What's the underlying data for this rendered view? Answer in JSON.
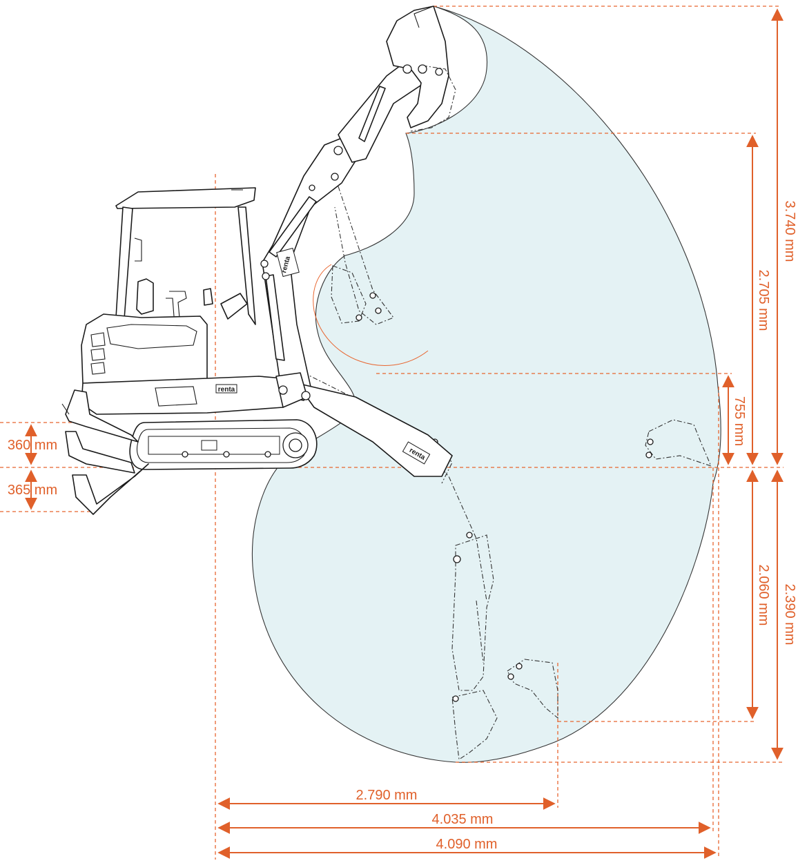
{
  "diagram": {
    "dimensions": {
      "max_reach_height": "3.740 mm",
      "max_dump_height": "2.705 mm",
      "dig_depth_vertical_wall": "755 mm",
      "dig_depth_flat_bottom": "2.060 mm",
      "max_dig_depth": "2.390 mm",
      "blade_lift": "360 mm",
      "blade_drop": "365 mm",
      "reach_at_depth": "2.790 mm",
      "reach_at_ground": "4.035 mm",
      "max_reach": "4.090 mm"
    },
    "brand_label": "renta",
    "colors": {
      "dimension": "#e0602a",
      "envelope_fill": "#e4f2f4",
      "outline": "#1a1a1a"
    }
  }
}
